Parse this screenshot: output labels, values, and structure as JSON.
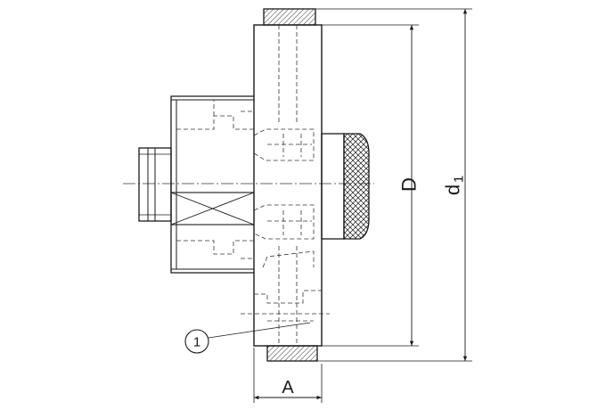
{
  "labels": {
    "dim_A": "A",
    "dim_D": "D",
    "dim_d1_main": "d",
    "dim_d1_sub": "1",
    "callout_1": "1"
  },
  "colors": {
    "line": "#1a1a1a",
    "hidden": "#333333",
    "background": "#ffffff"
  }
}
